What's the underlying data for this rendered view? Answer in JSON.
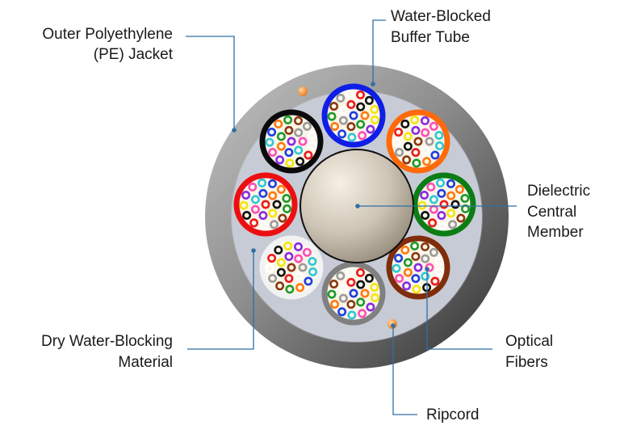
{
  "labels": {
    "outer_jacket": [
      "Outer Polyethylene",
      "(PE) Jacket"
    ],
    "buffer_tube": [
      "Water-Blocked",
      "Buffer Tube"
    ],
    "central_member": [
      "Dielectric",
      "Central",
      "Member"
    ],
    "optical_fibers": [
      "Optical",
      "Fibers"
    ],
    "ripcord": [
      "Ripcord"
    ],
    "dry_material": [
      "Dry Water-Blocking",
      "Material"
    ]
  },
  "colors": {
    "leader_line": "#2f6fa3",
    "jacket_dark": "#3c3c3c",
    "jacket_light": "#b9b9b9",
    "inner_fill": "#c7cbd6",
    "ripcord": "#f0962f",
    "central_member_light": "#f3ece0",
    "central_member_dark": "#9a8f7e"
  },
  "buffer_tubes": [
    {
      "name": "blue",
      "color": "#0f1ee6"
    },
    {
      "name": "orange",
      "color": "#ff6a0a"
    },
    {
      "name": "green",
      "color": "#0b7d14"
    },
    {
      "name": "brown",
      "color": "#7f2d0b"
    },
    {
      "name": "slate",
      "color": "#808080"
    },
    {
      "name": "white",
      "color": "#f8f8f8"
    },
    {
      "name": "red",
      "color": "#ec0f12"
    },
    {
      "name": "black",
      "color": "#0b0b0b"
    }
  ],
  "fiber_colors": [
    "#1f3fe0",
    "#ff7a10",
    "#1e9a2a",
    "#8a3a12",
    "#9b9b9b",
    "#ffffff",
    "#ec1b1b",
    "#111111",
    "#f4e60c",
    "#8a2be2",
    "#ff4fb6",
    "#2ec8d6"
  ]
}
